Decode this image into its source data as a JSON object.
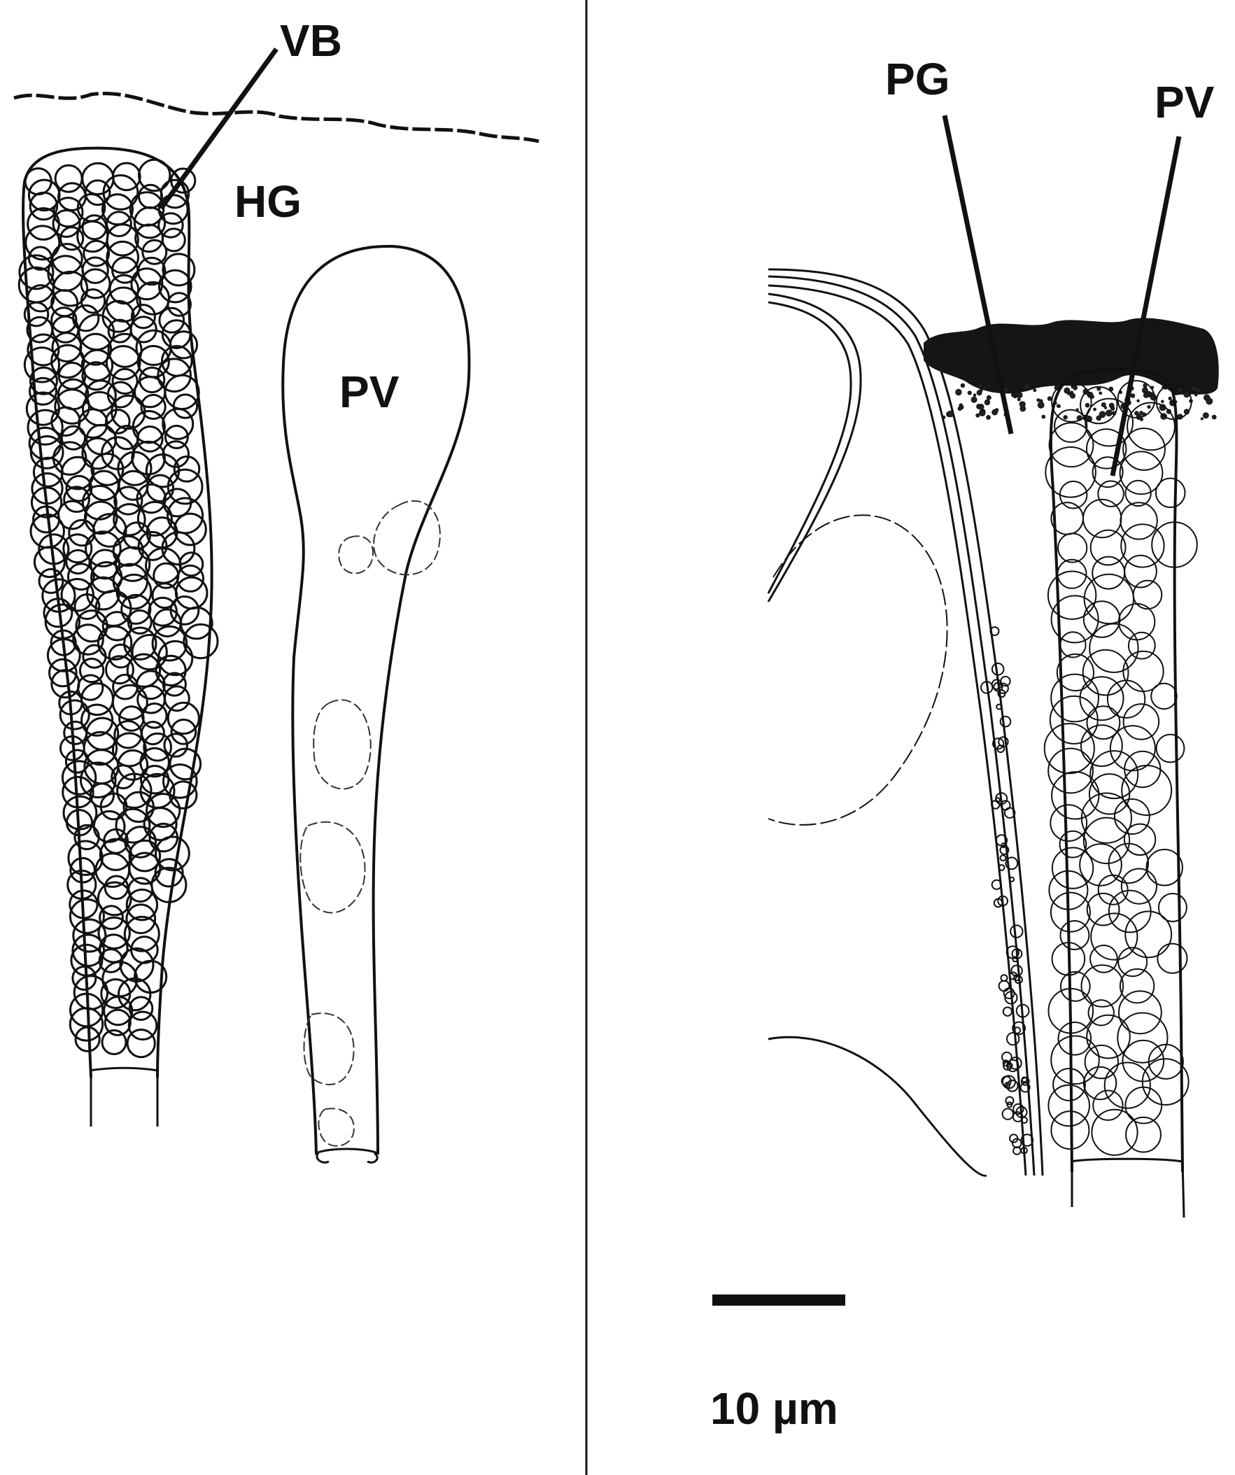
{
  "labels": {
    "vb": "VB",
    "hg": "HG",
    "pv_left": "PV",
    "pg": "PG",
    "pv_right": "PV"
  },
  "scale_bar": {
    "label": "10 µm"
  },
  "colors": {
    "ink": "#111111",
    "paper": "#ffffff",
    "pigment": "#151515"
  }
}
